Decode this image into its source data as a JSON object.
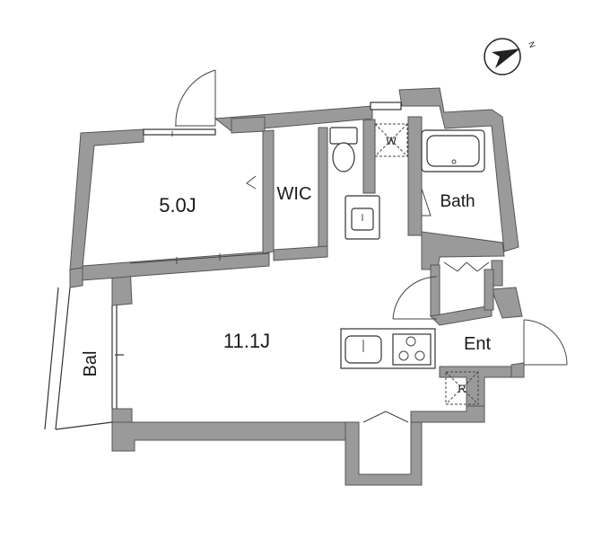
{
  "rooms": {
    "bedroom": "5.0J",
    "living": "11.1J",
    "wic": "WIC",
    "bath": "Bath",
    "entrance": "Ent",
    "balcony": "Bal"
  },
  "symbols": {
    "washer": "W",
    "fridge": "R",
    "compass": "N"
  }
}
